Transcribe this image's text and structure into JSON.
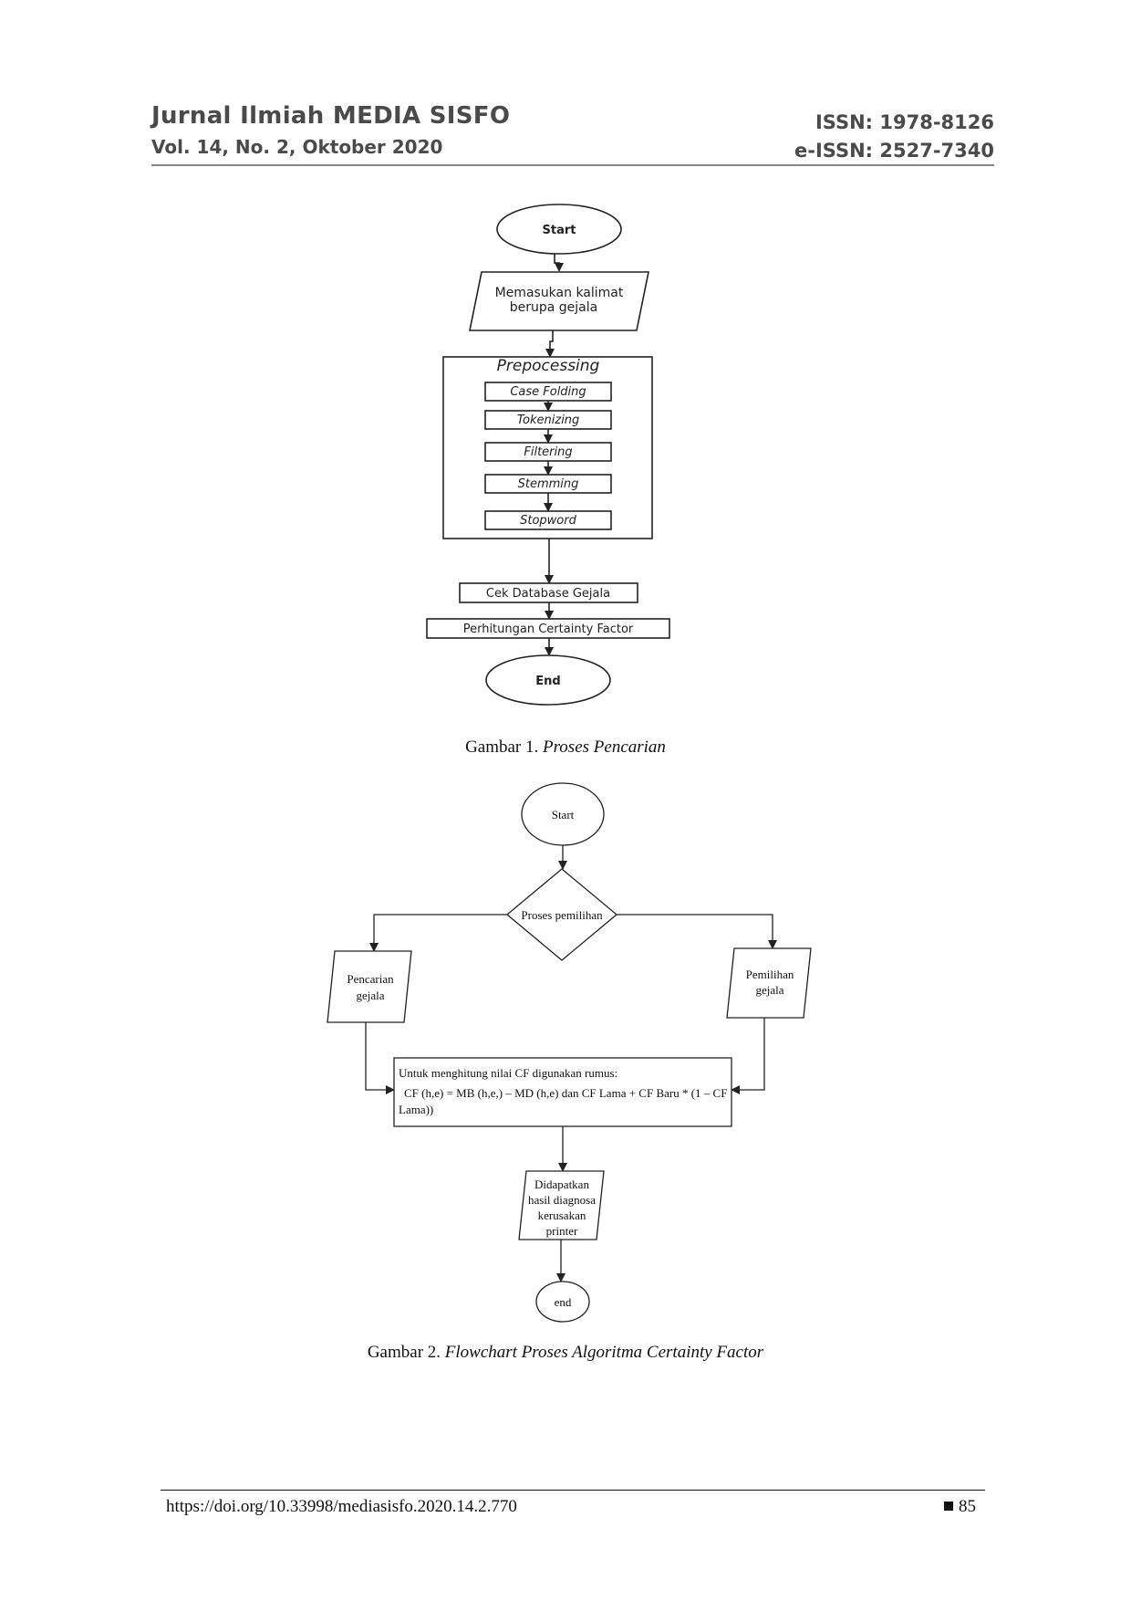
{
  "header": {
    "journal_title": "Jurnal Ilmiah MEDIA SISFO",
    "volume": "Vol. 14, No. 2, Oktober  2020",
    "issn": "ISSN: 1978-8126",
    "eissn": "e-ISSN: 2527-7340"
  },
  "figure1": {
    "start": "Start",
    "input_line1": "Memasukan kalimat",
    "input_line2": "berupa gejala",
    "group_title": "Prepocessing",
    "steps": [
      "Case Folding",
      "Tokenizing",
      "Filtering",
      "Stemming",
      "Stopword"
    ],
    "cek_db": "Cek Database Gejala",
    "perhitungan": "Perhitungan Certainty Factor",
    "end": "End",
    "caption_prefix": "Gambar 1. ",
    "caption_title": "Proses Pencarian"
  },
  "figure2": {
    "start": "Start",
    "decision": "Proses pemilihan",
    "left_line1": "Pencarian",
    "left_line2": "gejala",
    "right_line1": "Pemilihan",
    "right_line2": "gejala",
    "formula_line1": "Untuk menghitung nilai CF digunakan rumus:",
    "formula_line2": "CF (h,e) = MB (h,e,) – MD (h,e) dan CF Lama + CF Baru * (1 – CF",
    "formula_line3": "Lama))",
    "result_line1": "Didapatkan",
    "result_line2": "hasil diagnosa",
    "result_line3": "kerusakan",
    "result_line4": "printer",
    "end": "end",
    "caption_prefix": "Gambar 2.  ",
    "caption_title": "Flowchart Proses Algoritma Certainty Factor"
  },
  "footer": {
    "doi": "https://doi.org/10.33998/mediasisfo.2020.14.2.770",
    "page": "85"
  }
}
